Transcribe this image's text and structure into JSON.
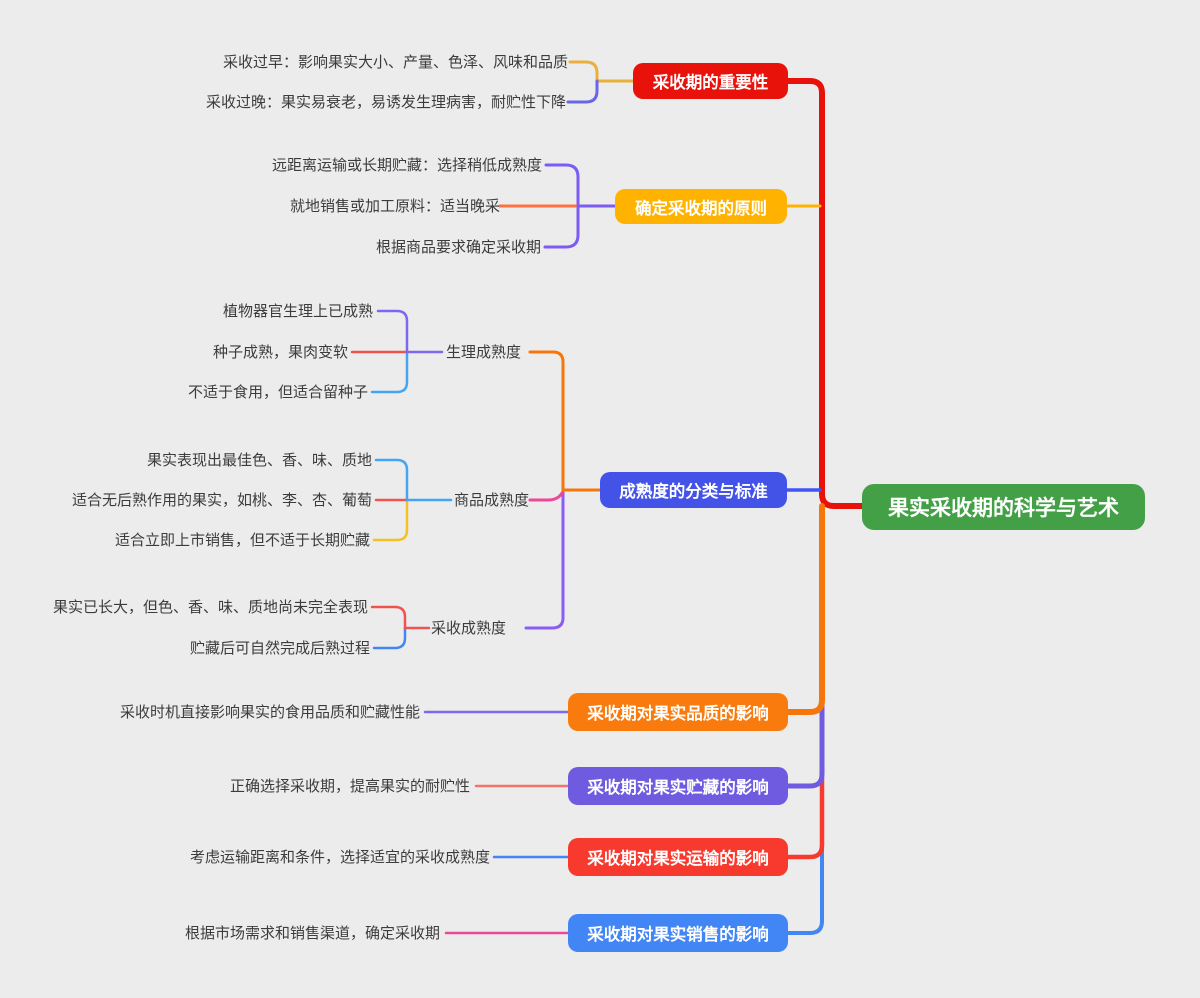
{
  "root": {
    "label": "果实采收期的科学与艺术",
    "color": "#43A047"
  },
  "colors": {
    "background": "#ECECEC",
    "text": "#3C3C3C",
    "trunk_red": "#E8120B",
    "trunk_orange": "#F7760B",
    "trunk_purple": "#6E5BE0",
    "trunk_red2": "#F8392E",
    "trunk_blue": "#4285F4",
    "link_amber": "#E9B13C",
    "link_indigo": "#6B66E8",
    "link_purple": "#7B5CF5",
    "link_orange": "#FF7043",
    "link_node_yellow": "#FFB300",
    "link_node_blue": "#4254F5",
    "link_orange2": "#F7760B",
    "link_magenta": "#EC4899",
    "link_violet": "#8B5CF6",
    "link_soft_purple": "#7B68EE",
    "link_red": "#EF5350",
    "link_blue": "#42A5F5",
    "link_gold": "#F5C026",
    "link_salmon": "#F4726A",
    "link_blue2": "#4286F4"
  },
  "branches": [
    {
      "label": "采收期的重要性",
      "color": "#E8120B",
      "children": [
        {
          "text": "采收过早：影响果实大小、产量、色泽、风味和品质"
        },
        {
          "text": "采收过晚：果实易衰老，易诱发生理病害，耐贮性下降"
        }
      ]
    },
    {
      "label": "确定采收期的原则",
      "color": "#FFB300",
      "children": [
        {
          "text": "远距离运输或长期贮藏：选择稍低成熟度"
        },
        {
          "text": "就地销售或加工原料：适当晚采"
        },
        {
          "text": "根据商品要求确定采收期"
        }
      ]
    },
    {
      "label": "成熟度的分类与标准",
      "color": "#4353E8",
      "groups": [
        {
          "label": "生理成熟度",
          "children": [
            {
              "text": "植物器官生理上已成熟"
            },
            {
              "text": "种子成熟，果肉变软"
            },
            {
              "text": "不适于食用，但适合留种子"
            }
          ]
        },
        {
          "label": "商品成熟度",
          "children": [
            {
              "text": "果实表现出最佳色、香、味、质地"
            },
            {
              "text": "适合无后熟作用的果实，如桃、李、杏、葡萄"
            },
            {
              "text": "适合立即上市销售，但不适于长期贮藏"
            }
          ]
        },
        {
          "label": "采收成熟度",
          "children": [
            {
              "text": "果实已长大，但色、香、味、质地尚未完全表现"
            },
            {
              "text": "贮藏后可自然完成后熟过程"
            }
          ]
        }
      ]
    },
    {
      "label": "采收期对果实品质的影响",
      "color": "#F97B0E",
      "children": [
        {
          "text": "采收时机直接影响果实的食用品质和贮藏性能"
        }
      ]
    },
    {
      "label": "采收期对果实贮藏的影响",
      "color": "#6E5BE0",
      "children": [
        {
          "text": "正确选择采收期，提高果实的耐贮性"
        }
      ]
    },
    {
      "label": "采收期对果实运输的影响",
      "color": "#F8392E",
      "children": [
        {
          "text": "考虑运输距离和条件，选择适宜的采收成熟度"
        }
      ]
    },
    {
      "label": "采收期对果实销售的影响",
      "color": "#4285F4",
      "children": [
        {
          "text": "根据市场需求和销售渠道，确定采收期"
        }
      ]
    }
  ]
}
